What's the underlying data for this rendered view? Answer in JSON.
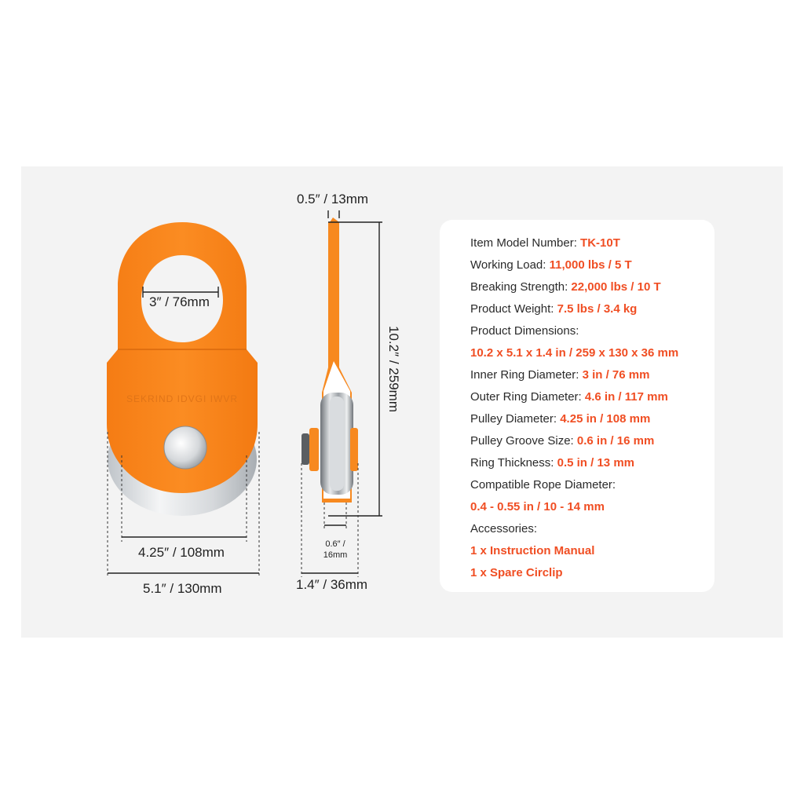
{
  "dimensions": {
    "inner_ring": "3″ / 76mm",
    "pulley": "4.25″ / 108mm",
    "width": "5.1″ / 130mm",
    "plate_thickness": "0.5″ / 13mm",
    "length": "10.2″ / 259mm",
    "groove_line1": "0.6″ /",
    "groove_line2": "16mm",
    "thickness": "1.4″ / 36mm"
  },
  "engraving": "SEKRIND IDVGI IWVR",
  "specs": {
    "model": {
      "label": "Item Model Number: ",
      "value": "TK-10T"
    },
    "working_load": {
      "label": "Working Load: ",
      "value": "11,000 lbs / 5 T"
    },
    "breaking_strength": {
      "label": "Breaking Strength: ",
      "value": "22,000 lbs / 10 T"
    },
    "weight": {
      "label": "Product Weight: ",
      "value": "7.5 lbs / 3.4 kg"
    },
    "dimensions_label": "Product Dimensions:",
    "dimensions_value": "10.2 x 5.1 x 1.4 in / 259 x 130 x 36 mm",
    "inner_ring": {
      "label": "Inner Ring Diameter: ",
      "value": "3 in / 76 mm"
    },
    "outer_ring": {
      "label": "Outer Ring Diameter: ",
      "value": "4.6 in / 117 mm"
    },
    "pulley_diameter": {
      "label": "Pulley Diameter: ",
      "value": "4.25 in / 108 mm"
    },
    "groove_size": {
      "label": "Pulley Groove Size: ",
      "value": "0.6 in / 16 mm"
    },
    "ring_thickness": {
      "label": "Ring Thickness: ",
      "value": "0.5 in / 13 mm"
    },
    "rope_label": "Compatible Rope Diameter:",
    "rope_value": "0.4 - 0.55 in / 10 - 14 mm",
    "accessories_label": "Accessories:",
    "accessory_1": "1 x Instruction Manual",
    "accessory_2": "1 x Spare Circlip"
  },
  "colors": {
    "orange": "#f7891f",
    "spec_highlight": "#f04e23",
    "panel_bg": "#f3f3f3"
  }
}
